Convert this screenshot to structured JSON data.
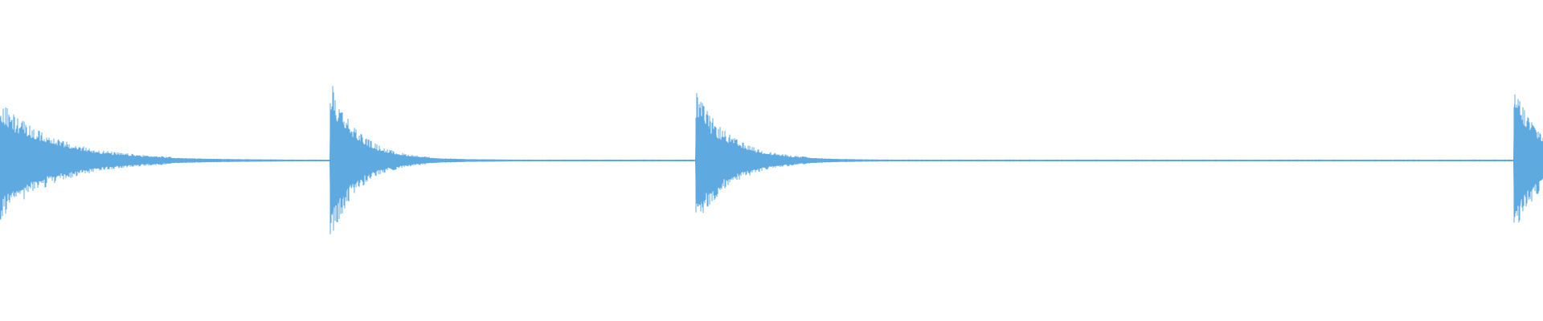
{
  "waveform": {
    "color": "#5ea9e0",
    "background": "#ffffff",
    "baseline_amplitude": 0.008,
    "hits": [
      {
        "start": 0.0,
        "peak": 0.36,
        "decay_fraction": 0.1
      },
      {
        "start": 0.214,
        "peak": 0.49,
        "decay_fraction": 0.05
      },
      {
        "start": 0.451,
        "peak": 0.42,
        "decay_fraction": 0.06
      },
      {
        "start": 0.981,
        "peak": 0.47,
        "decay_fraction": 0.05
      }
    ]
  }
}
